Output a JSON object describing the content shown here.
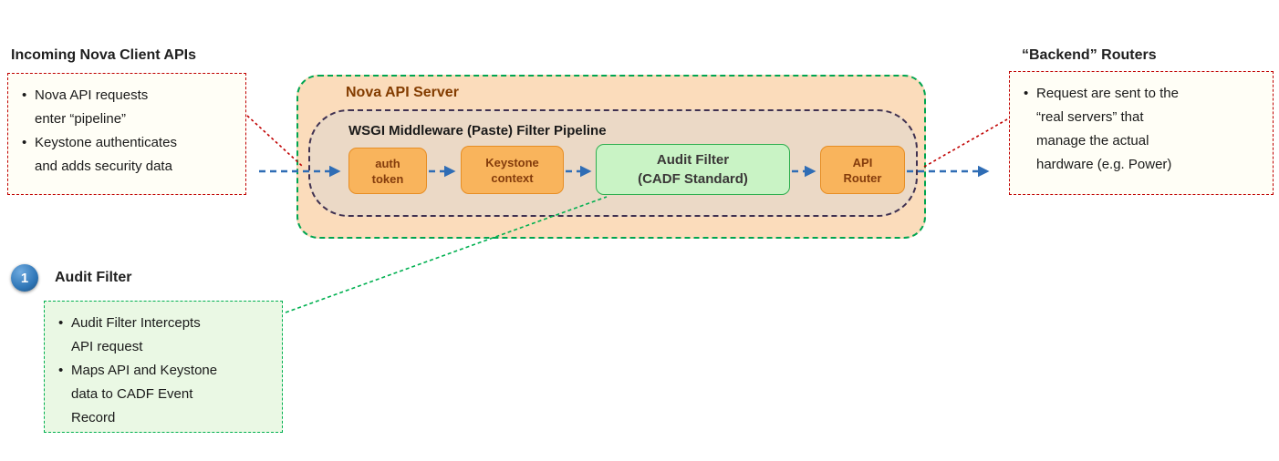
{
  "incoming": {
    "title": "Incoming Nova Client  APIs",
    "bullets": [
      "Nova API requests\nenter “pipeline”",
      "Keystone authenticates\nand adds security data"
    ]
  },
  "server": {
    "title": "Nova API Server",
    "pipeline_title": "WSGI Middleware (Paste) Filter Pipeline",
    "stages": [
      {
        "id": "auth-token",
        "lines": [
          "auth",
          "token"
        ]
      },
      {
        "id": "keystone-context",
        "lines": [
          "Keystone",
          "context"
        ]
      },
      {
        "id": "audit-filter",
        "lines": [
          "Audit Filter",
          "(CADF Standard)"
        ]
      },
      {
        "id": "api-router",
        "lines": [
          "API",
          "Router"
        ]
      }
    ]
  },
  "backend": {
    "title": "“Backend” Routers",
    "bullets": [
      "Request are sent to the\n“real servers” that\nmanage the actual\nhardware (e.g. Power)"
    ]
  },
  "callout": {
    "number": "1",
    "title": "Audit Filter",
    "bullets": [
      "Audit Filter Intercepts\nAPI request",
      "Maps API and Keystone\ndata to CADF Event\nRecord"
    ]
  },
  "colors": {
    "note_border_red": "#C00000",
    "accent_green": "#00B050",
    "arrow_blue": "#2F6DB5",
    "pipeline_border_purple": "#3F3151",
    "server_fill": "#FBDCBB",
    "pipeline_fill": "#EBD9C6",
    "stage_orange_fill": "#F9B45C",
    "stage_orange_text": "#843C0C",
    "stage_green_fill": "#C9F3C5",
    "badge_blue": "#2E75B6"
  }
}
